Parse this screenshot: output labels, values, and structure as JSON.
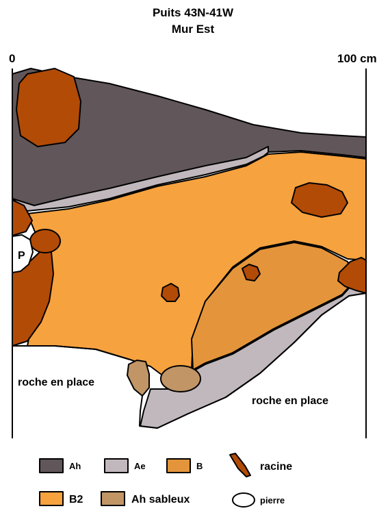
{
  "title": {
    "line1": "Puits 43N-41W",
    "line2": "Mur Est"
  },
  "scale": {
    "left": "0",
    "right": "100 cm"
  },
  "labels": {
    "rock_left": "roche en place",
    "rock_right": "roche en place",
    "stone": "P"
  },
  "legend": [
    {
      "key": "ah",
      "label": "Ah",
      "color": "#615659",
      "icon": "swatch"
    },
    {
      "key": "ae",
      "label": "Ae",
      "color": "#c1b8bd",
      "icon": "swatch"
    },
    {
      "key": "b",
      "label": "B",
      "color": "#e4953b",
      "icon": "swatch"
    },
    {
      "key": "racine",
      "label": "racine",
      "color": "#b24b06",
      "icon": "root-icon"
    },
    {
      "key": "b2",
      "label": "B2",
      "color": "#f6a23f",
      "icon": "swatch"
    },
    {
      "key": "ah-sableux",
      "label": "Ah sableux",
      "color": "#c19566",
      "icon": "swatch"
    },
    {
      "key": "pierre",
      "label": "pierre",
      "color": "#ffffff",
      "icon": "stone-outline-icon"
    }
  ]
}
